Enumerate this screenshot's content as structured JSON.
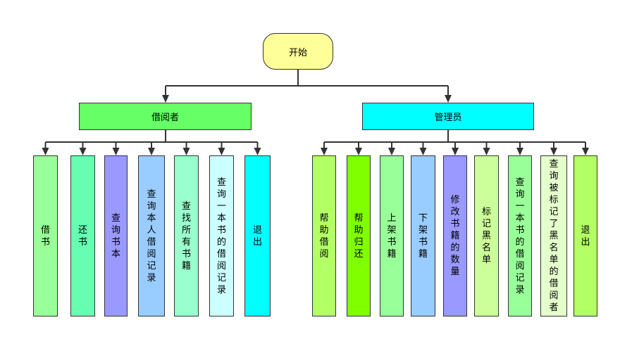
{
  "root": {
    "label": "开始",
    "color": "#ffff99"
  },
  "groups": [
    {
      "label": "借阅者",
      "color": "#66ff66",
      "children": [
        {
          "label": "借书",
          "color": "#99ff99"
        },
        {
          "label": "还书",
          "color": "#66ffb2"
        },
        {
          "label": "查询书本",
          "color": "#9999ff"
        },
        {
          "label": "查询本人借阅记录",
          "color": "#99ccff"
        },
        {
          "label": "查找所有书籍",
          "color": "#99ffcc"
        },
        {
          "label": "查询一本书的借阅记录",
          "color": "#ccffff"
        },
        {
          "label": "退出",
          "color": "#00ffff"
        }
      ]
    },
    {
      "label": "管理员",
      "color": "#00ffff",
      "children": [
        {
          "label": "帮助借阅",
          "color": "#b2ff66"
        },
        {
          "label": "帮助归还",
          "color": "#80ff00"
        },
        {
          "label": "上架书籍",
          "color": "#99ff99"
        },
        {
          "label": "下架书籍",
          "color": "#99ccff"
        },
        {
          "label": "修改书籍的数量",
          "color": "#9999ff"
        },
        {
          "label": "标记黑名单",
          "color": "#ccff99"
        },
        {
          "label": "查询一本书的借阅记录",
          "color": "#99ff99"
        },
        {
          "label": "查询被标记了黑名单的借阅者",
          "color": "#e5ffcc"
        },
        {
          "label": "退出",
          "color": "#b2ff66"
        }
      ]
    }
  ],
  "colors": {
    "line": "#333333"
  }
}
